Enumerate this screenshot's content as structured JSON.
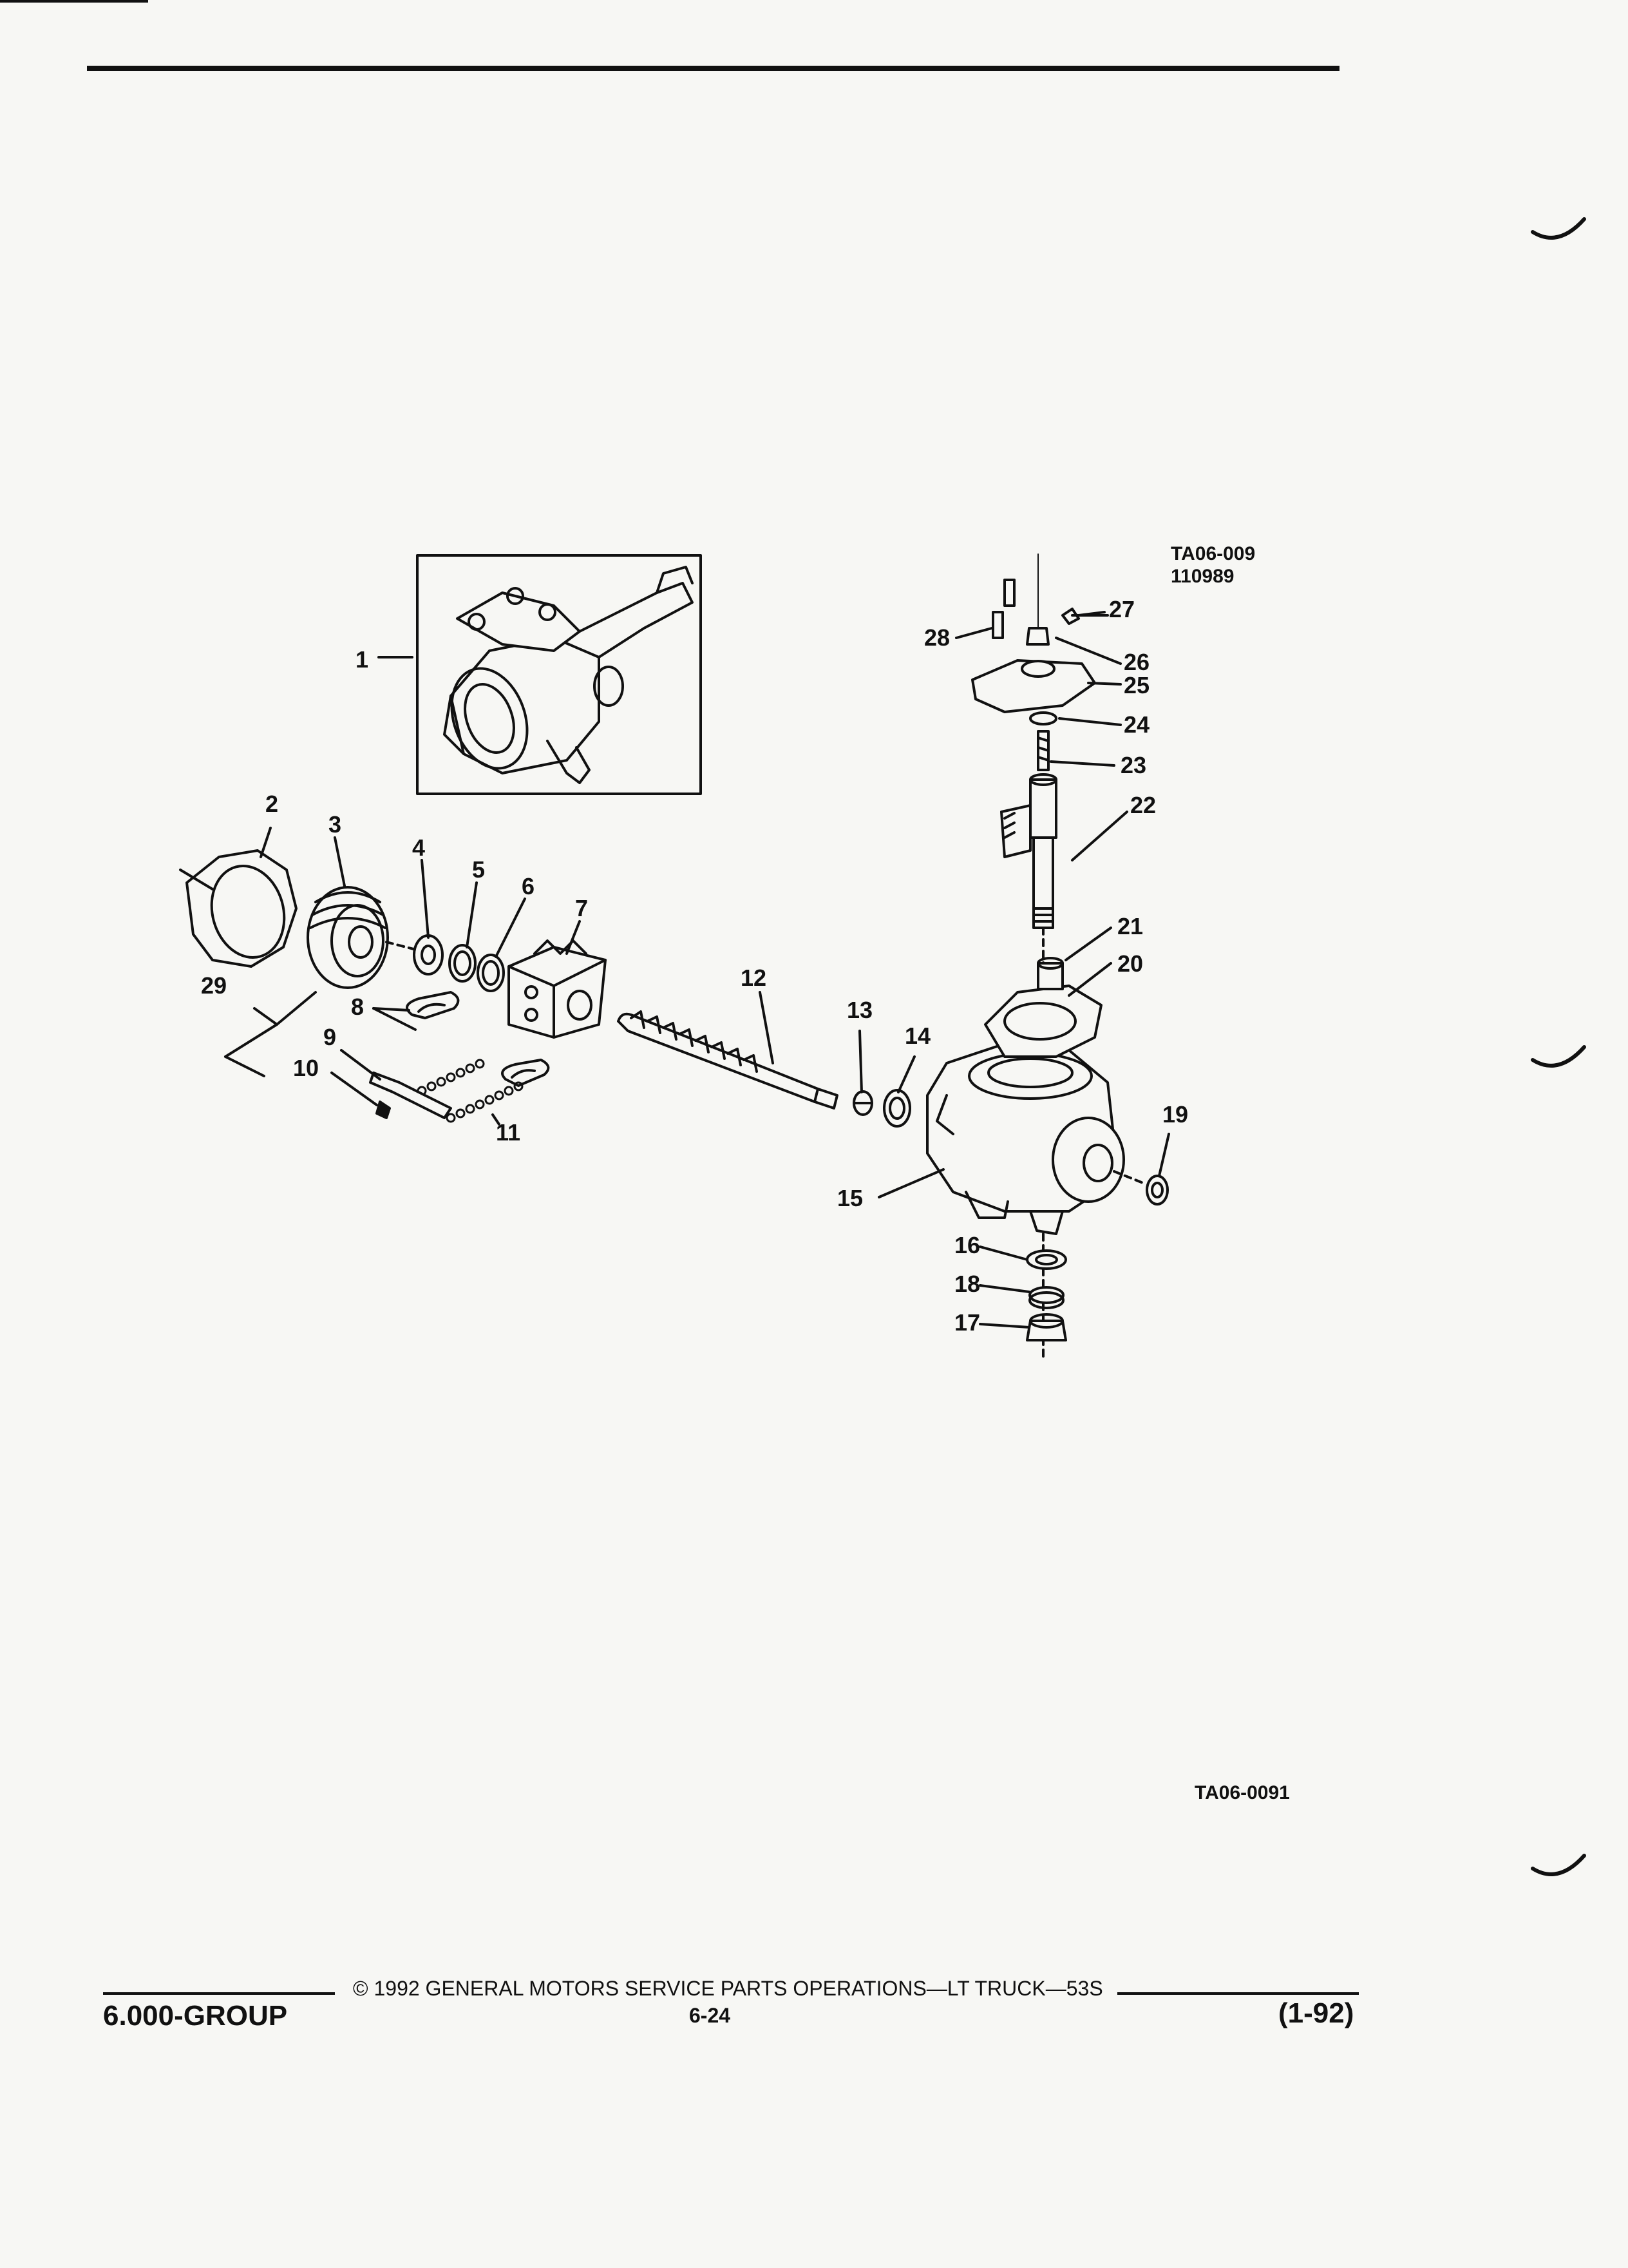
{
  "header": {},
  "figure": {
    "ref_code": "TA06-009",
    "ref_date": "110989",
    "figure_id": "TA06-0091",
    "callouts": [
      "1",
      "2",
      "3",
      "4",
      "5",
      "6",
      "7",
      "8",
      "9",
      "10",
      "11",
      "12",
      "13",
      "14",
      "15",
      "16",
      "17",
      "18",
      "19",
      "20",
      "21",
      "22",
      "23",
      "24",
      "25",
      "26",
      "27",
      "28",
      "29"
    ]
  },
  "footer": {
    "copyright": "© 1992 GENERAL MOTORS SERVICE PARTS OPERATIONS—LT TRUCK—53S",
    "group": "6.000-GROUP",
    "page": "6-24",
    "revision": "(1-92)"
  }
}
